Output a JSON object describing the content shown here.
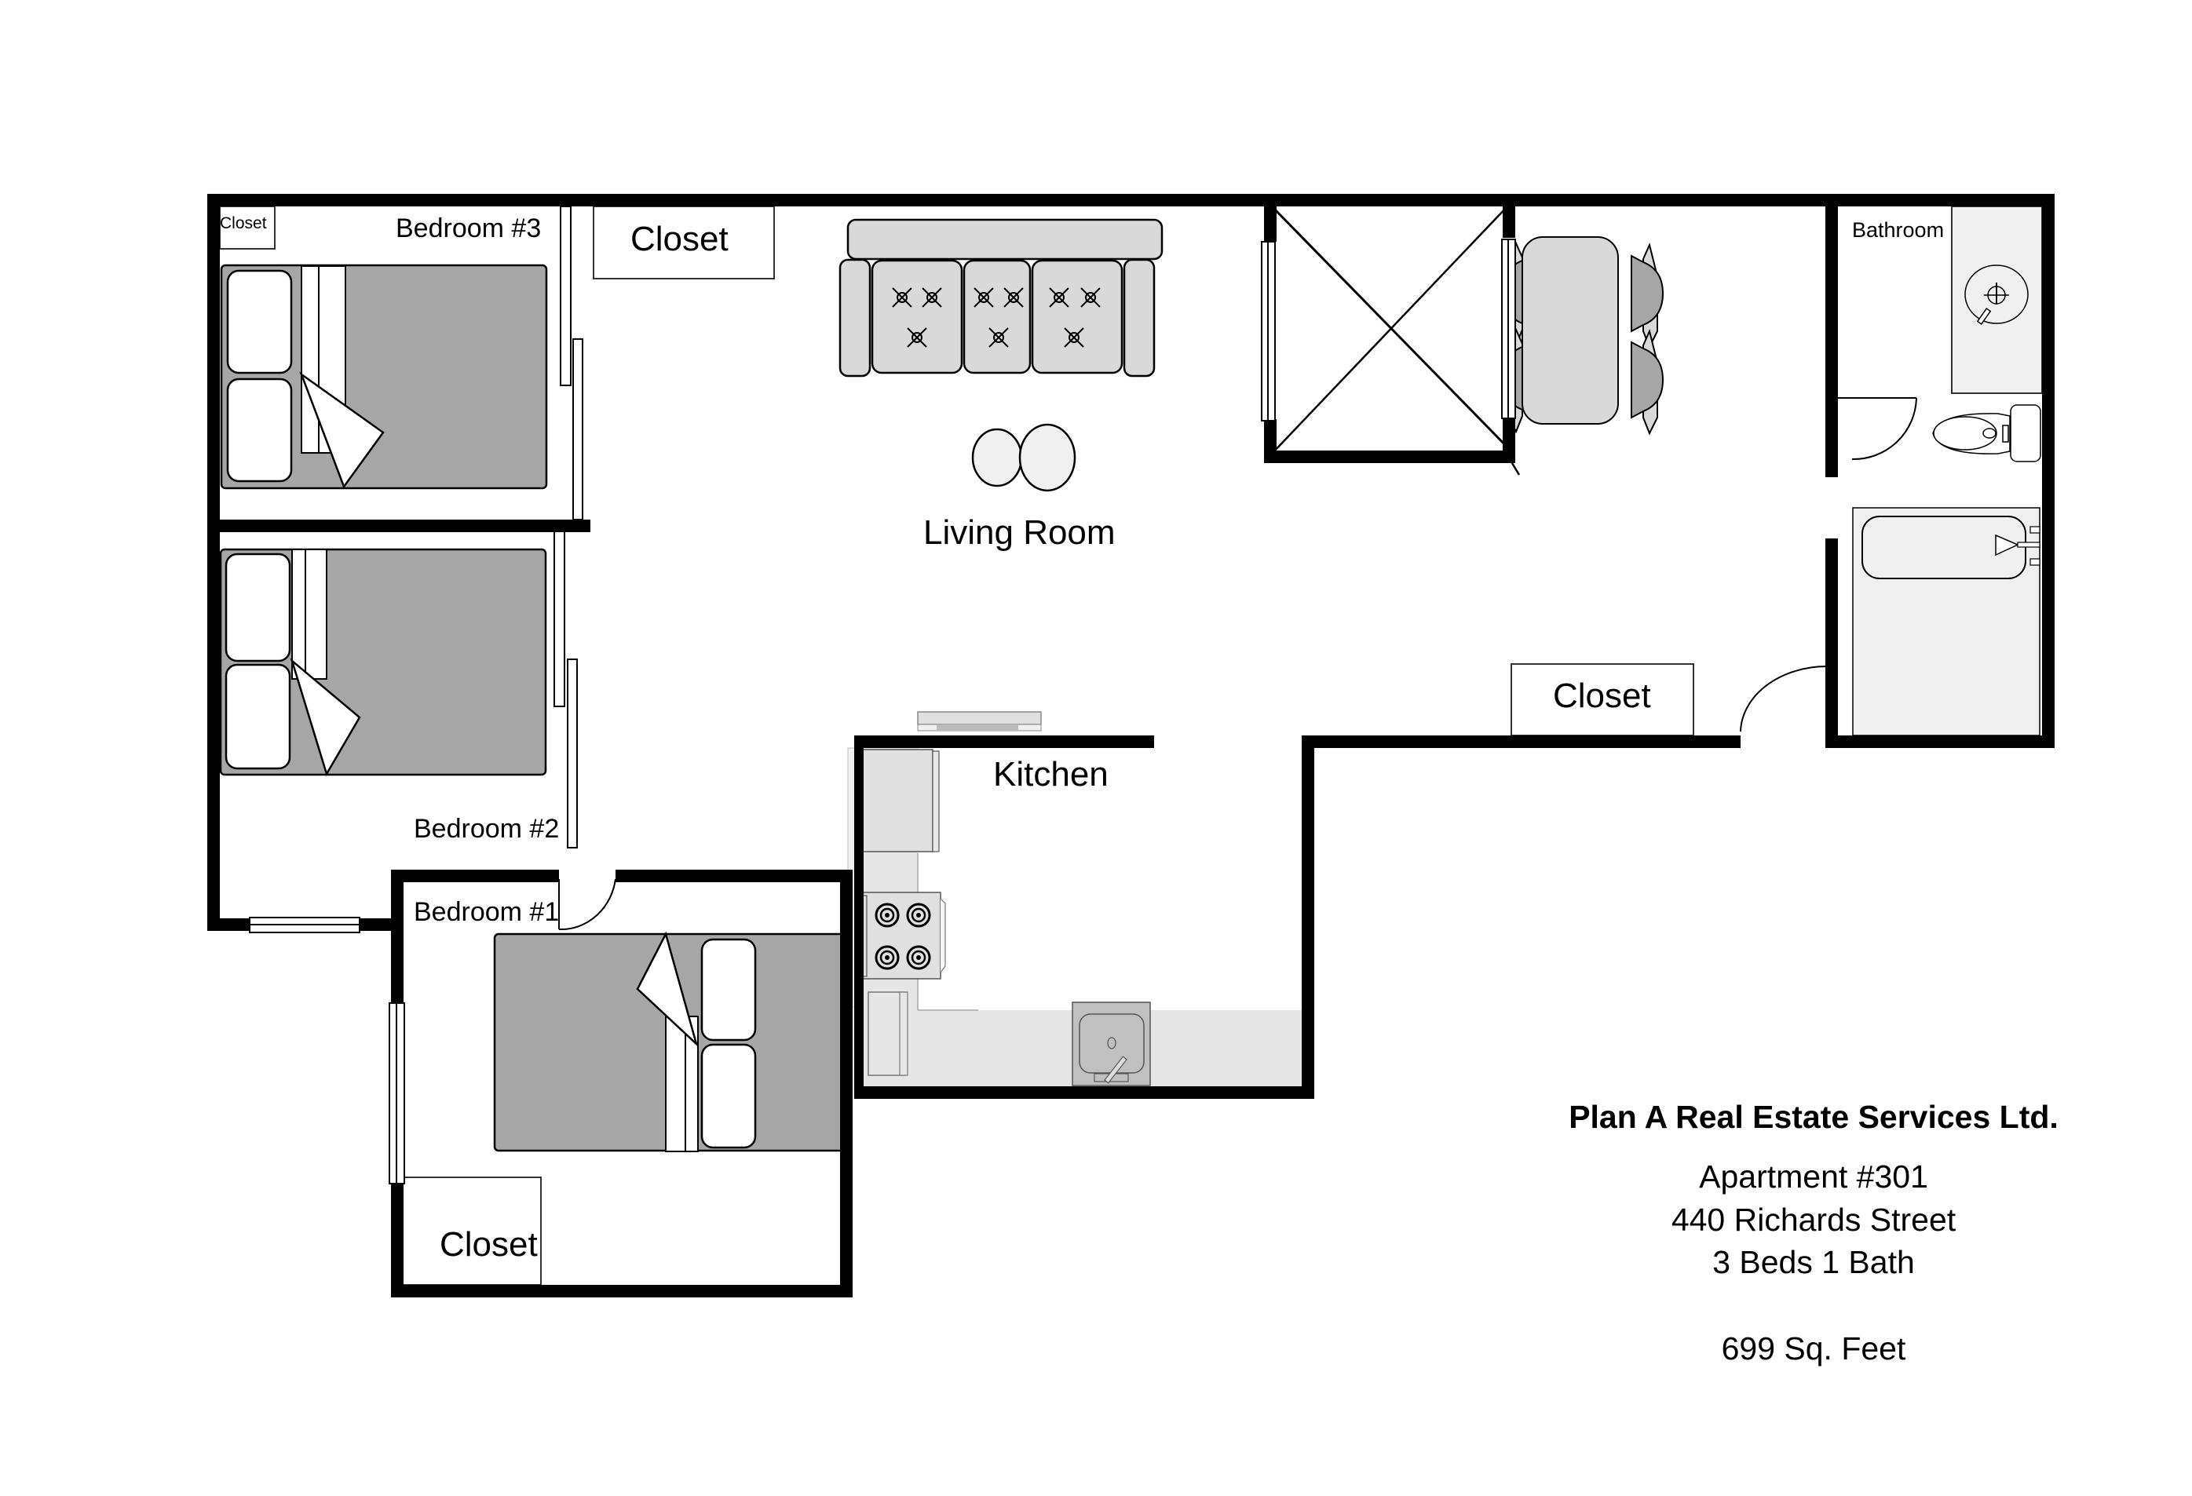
{
  "plan": {
    "rooms": {
      "bedroom3": {
        "label": "Bedroom #3",
        "closet_label": "Closet"
      },
      "bedroom2": {
        "label": "Bedroom #2"
      },
      "bedroom1": {
        "label": "Bedroom #1",
        "closet_label": "Closet"
      },
      "living_room": {
        "label": "Living Room",
        "closet_label": "Closet"
      },
      "kitchen": {
        "label": "Kitchen"
      },
      "bathroom": {
        "label": "Bathroom"
      },
      "hall": {
        "closet_label": "Closet"
      }
    },
    "colors": {
      "wall": "#000000",
      "bed": "#a6a6a6",
      "furniture": "#d9d9d9",
      "counter": "#e6e6e6",
      "fixture": "#f0f0f0"
    }
  },
  "info": {
    "company": "Plan A Real Estate Services Ltd.",
    "unit": "Apartment #301",
    "address": "440 Richards Street",
    "beds_baths": "3 Beds 1 Bath",
    "area": "699 Sq. Feet"
  }
}
